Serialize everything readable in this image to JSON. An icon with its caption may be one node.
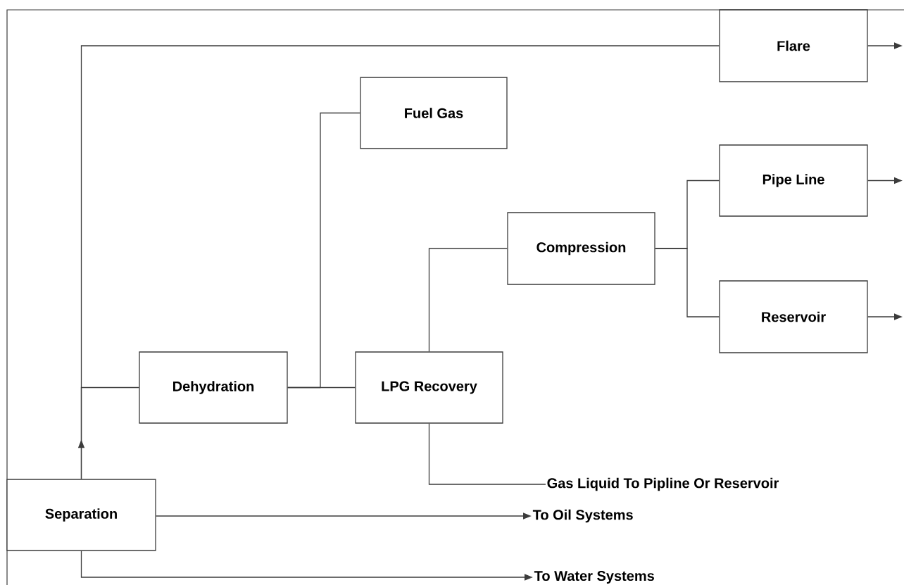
{
  "diagram": {
    "nodes": [
      {
        "text": [
          "Flare"
        ]
      },
      {
        "text": [
          "Fuel Gas"
        ]
      },
      {
        "text": [
          "Pipe Line"
        ]
      },
      {
        "text": [
          "Compression"
        ]
      },
      {
        "text": [
          "Reservoir"
        ]
      },
      {
        "text": [
          "Dehydration"
        ]
      },
      {
        "text": [
          "LPG Recovery"
        ]
      },
      {
        "text": [
          "Separation"
        ]
      },
      {
        "text": [
          "Gas Liquid To Pipline Or Reservoir"
        ]
      },
      {
        "text": [
          "To Oil Systems"
        ]
      },
      {
        "text": [
          "To Water Systems"
        ]
      }
    ],
    "edges": [
      {
        "from": 7,
        "to": 0,
        "arrow": "to"
      },
      {
        "from": 7,
        "to": 5,
        "arrow": "none"
      },
      {
        "from": 5,
        "to": 1,
        "arrow": "none"
      },
      {
        "from": 5,
        "to": 6,
        "arrow": "none"
      },
      {
        "from": 6,
        "to": 3,
        "arrow": "none"
      },
      {
        "from": 3,
        "to": 2,
        "arrow": "none"
      },
      {
        "from": 3,
        "to": 4,
        "arrow": "none"
      },
      {
        "from": 6,
        "to": 8,
        "arrow": "none"
      },
      {
        "from": 7,
        "to": 9,
        "arrow": "to"
      },
      {
        "from": 7,
        "to": 10,
        "arrow": "to"
      },
      {
        "from": 0,
        "to": null,
        "arrow": "to"
      },
      {
        "from": 2,
        "to": null,
        "arrow": "to"
      },
      {
        "from": 4,
        "to": null,
        "arrow": "to"
      }
    ]
  }
}
